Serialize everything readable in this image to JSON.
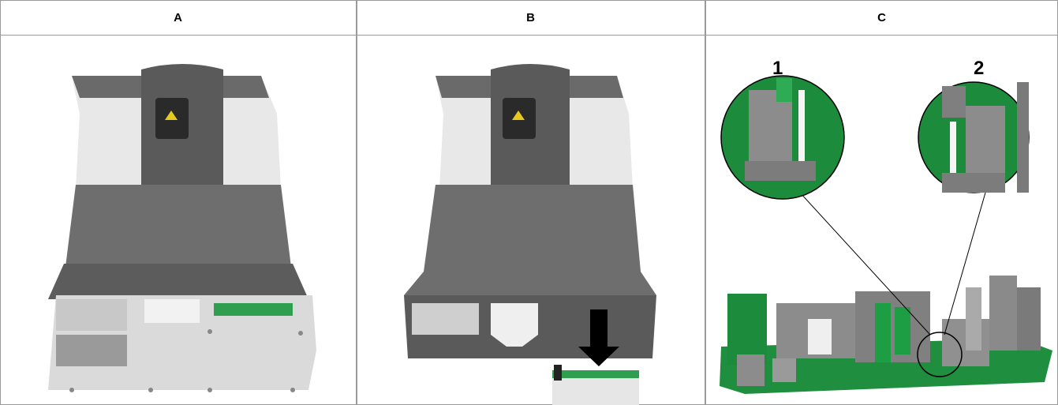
{
  "table": {
    "columns": [
      {
        "header": "A"
      },
      {
        "header": "B"
      },
      {
        "header": "C"
      }
    ]
  },
  "panel_c": {
    "callouts": [
      "1",
      "2"
    ]
  },
  "colors": {
    "border": "#9a9a9a",
    "housing_dark": "#5a5a5a",
    "housing_mid": "#7a7a7a",
    "panel_light": "#e4e4e4",
    "pcb_green": "#1f8f3f",
    "component_gray": "#8c8c8c",
    "arrow": "#000000"
  }
}
